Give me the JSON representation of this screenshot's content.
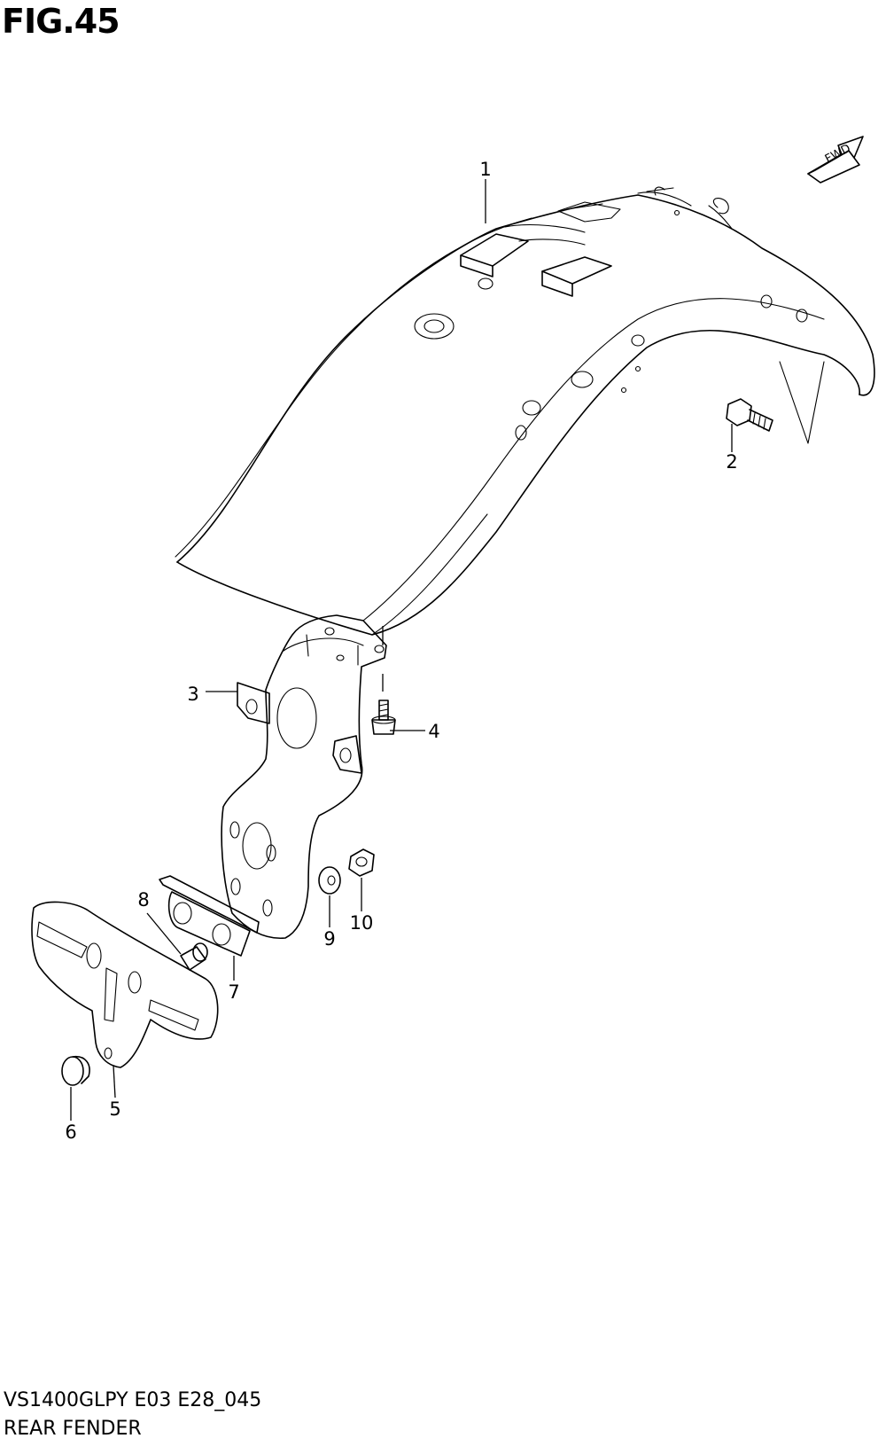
{
  "figure": {
    "title": "FIG.45",
    "code": "VS1400GLPY E03 E28_045",
    "name": "REAR FENDER"
  },
  "direction_arrow": {
    "label": "FWD"
  },
  "callouts": [
    "1",
    "2",
    "3",
    "4",
    "5",
    "6",
    "7",
    "8",
    "9",
    "10"
  ]
}
